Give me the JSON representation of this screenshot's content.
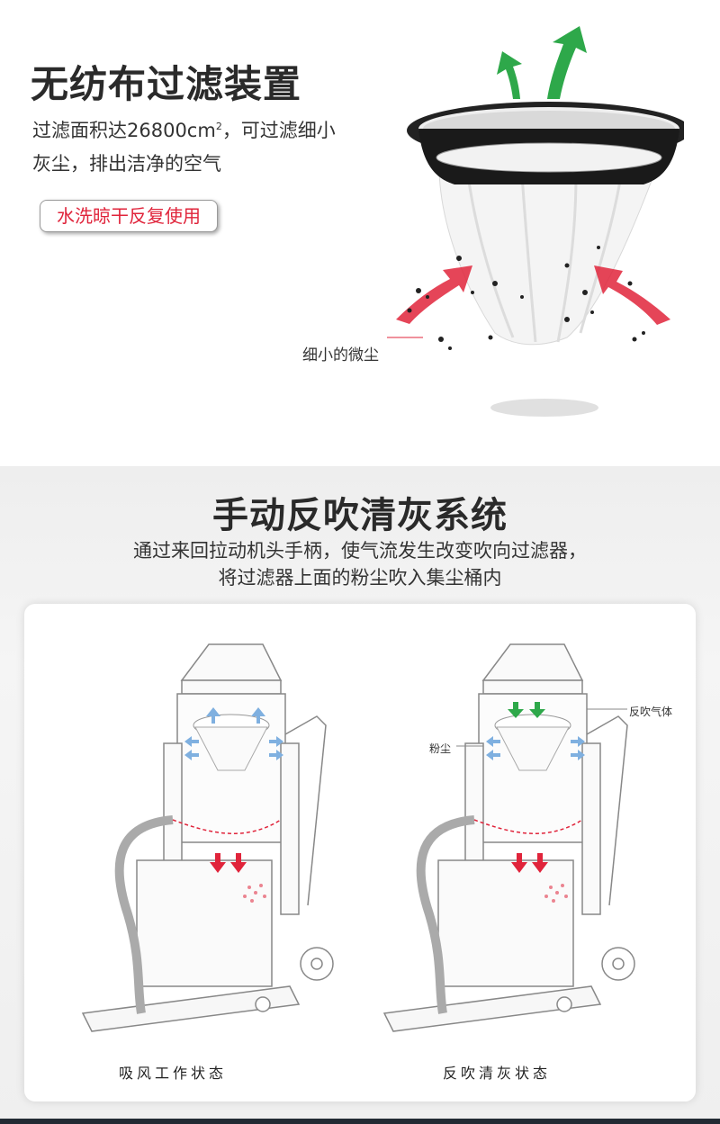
{
  "filter_section": {
    "title": "无纺布过滤装置",
    "desc_line1_a": "过滤面积达26800cm",
    "desc_sup": "2",
    "desc_line1_b": "，可过滤细小",
    "desc_line2": "灰尘，排出洁净的空气",
    "badge": "水洗晾干反复使用",
    "fine_dust_label": "细小的微尘"
  },
  "blowback_section": {
    "title": "手动反吹清灰系统",
    "desc_line1": "通过来回拉动机头手柄，使气流发生改变吹向过滤器，",
    "desc_line2": "将过滤器上面的粉尘吹入集尘桶内",
    "left_caption": "吸风工作状态",
    "right_caption": "反吹清灰状态",
    "label_blow_gas": "反吹气体",
    "label_dust": "粉尘"
  },
  "colors": {
    "accent_red": "#e0243b",
    "arrow_green": "#2ea84a",
    "arrow_blue": "#7fb0e0",
    "footer": "#222a33"
  }
}
